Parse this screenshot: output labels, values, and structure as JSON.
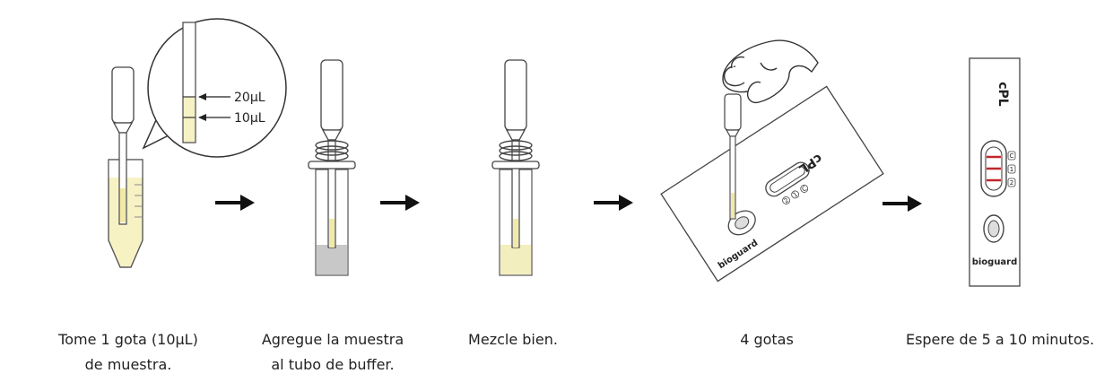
{
  "steps": [
    {
      "caption_lines": [
        "Tome 1 gota (10µL)",
        "de muestra."
      ],
      "zoom_labels": {
        "upper": "20µL",
        "lower": "10µL"
      }
    },
    {
      "caption_lines": [
        "Agregue la muestra",
        "al tubo de buffer."
      ]
    },
    {
      "caption_lines": [
        "Mezcle bien."
      ]
    },
    {
      "caption_lines": [
        "4 gotas"
      ],
      "cassette": {
        "brand": "bioguard",
        "test": "cPL",
        "markers": [
          "C",
          "1",
          "2"
        ]
      }
    },
    {
      "caption_lines": [
        "Espere de 5 a 10 minutos."
      ],
      "cassette": {
        "brand": "bioguard",
        "test": "cPL",
        "markers": [
          "C",
          "1",
          "2"
        ]
      }
    }
  ],
  "colors": {
    "sample": "#f7f2c4",
    "buffer_gray": "#c8c8c8",
    "line_red": "#c0272d",
    "stroke": "#333333"
  }
}
